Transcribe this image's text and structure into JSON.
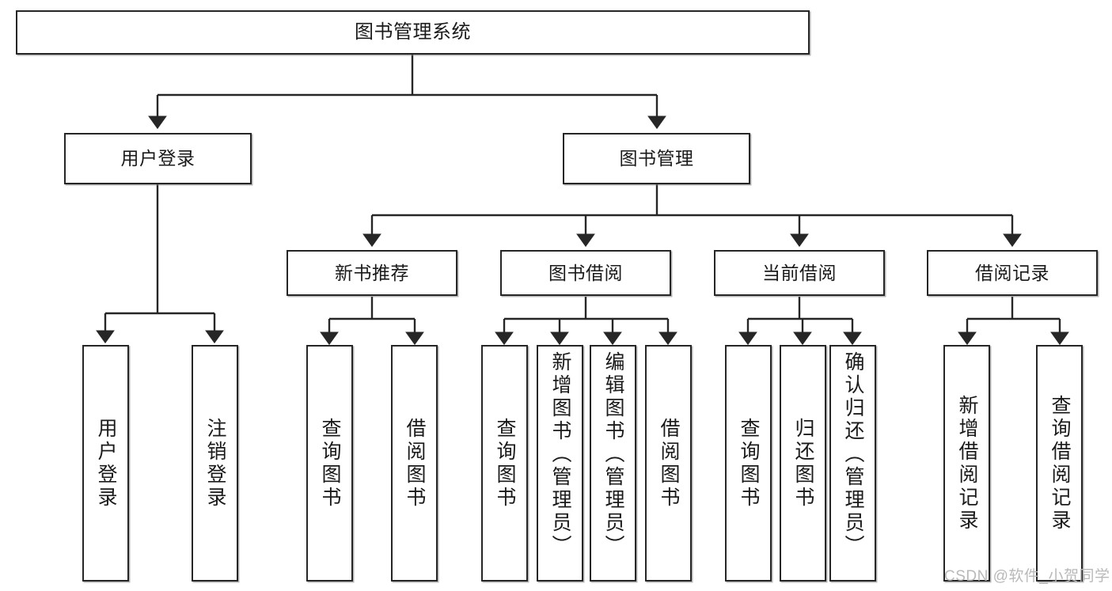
{
  "diagram": {
    "type": "tree-hierarchy",
    "title": "图书管理系统",
    "watermark": "CSDN @软件_小贺同学",
    "colors": {
      "box_border": "#262626",
      "box_fill": "#ffffff",
      "connector": "#262626",
      "watermark": "#b9b9b9",
      "background": "#ffffff"
    },
    "nodes": {
      "root": {
        "label": "图书管理系统"
      },
      "level2": [
        {
          "label": "用户登录"
        },
        {
          "label": "图书管理"
        }
      ],
      "level3": [
        {
          "label": "新书推荐"
        },
        {
          "label": "图书借阅"
        },
        {
          "label": "当前借阅"
        },
        {
          "label": "借阅记录"
        }
      ],
      "leaves_user_login": [
        {
          "label": "用户登录"
        },
        {
          "label": "注销登录"
        }
      ],
      "leaves_new_books": [
        {
          "label": "查询图书"
        },
        {
          "label": "借阅图书"
        }
      ],
      "leaves_borrow": [
        {
          "label": "查询图书"
        },
        {
          "label": "新增图书（管理员）"
        },
        {
          "label": "编辑图书（管理员）"
        },
        {
          "label": "借阅图书"
        }
      ],
      "leaves_current": [
        {
          "label": "查询图书"
        },
        {
          "label": "归还图书"
        },
        {
          "label": "确认归还（管理员）"
        }
      ],
      "leaves_records": [
        {
          "label": "新增借阅记录"
        },
        {
          "label": "查询借阅记录"
        }
      ]
    }
  }
}
